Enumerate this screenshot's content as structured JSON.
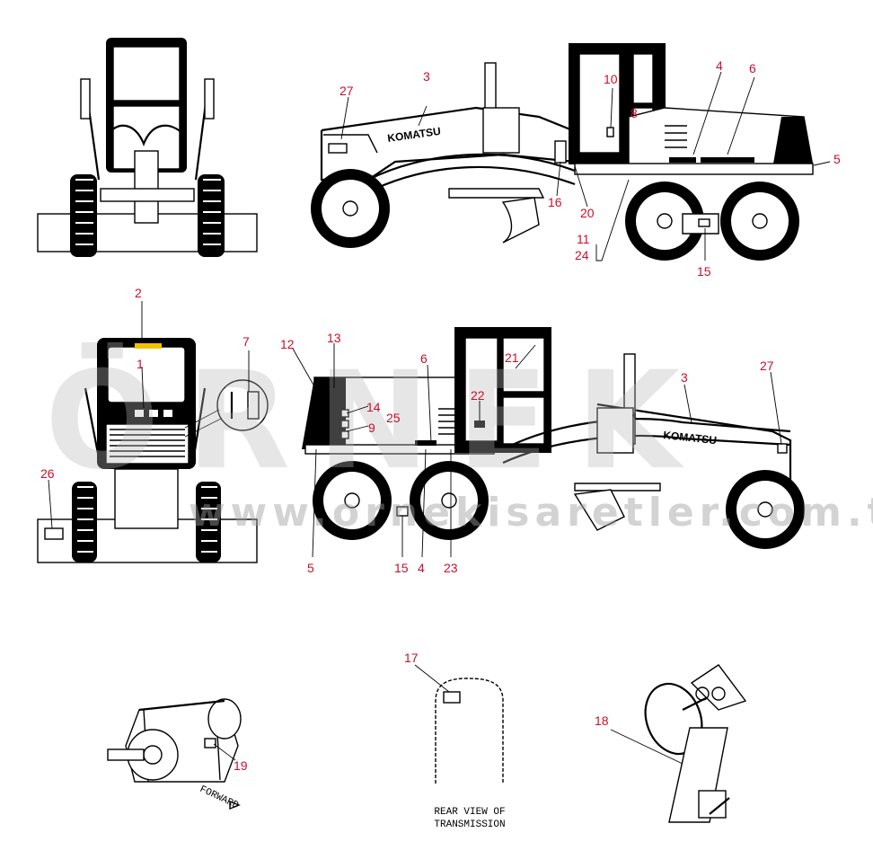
{
  "callouts": {
    "c27a": "27",
    "c3a": "3",
    "c10": "10",
    "c4a": "4",
    "c6a": "6",
    "c8": "8",
    "c5a": "5",
    "c16": "16",
    "c20": "20",
    "c11": "11",
    "c24": "24",
    "c15a": "15",
    "c2": "2",
    "c1": "1",
    "c7": "7",
    "c26": "26",
    "c12": "12",
    "c13": "13",
    "c6b": "6",
    "c21": "21",
    "c14": "14",
    "c25": "25",
    "c9": "9",
    "c22": "22",
    "c3b": "3",
    "c27b": "27",
    "c5b": "5",
    "c15b": "15",
    "c4b": "4",
    "c23": "23",
    "c17": "17",
    "c18": "18",
    "c19": "19"
  },
  "labels": {
    "brand_top": "KOMATSU",
    "brand_bottom": "KOMATSU",
    "transmission_line1": "REAR VIEW OF",
    "transmission_line2": "TRANSMISSION",
    "forward_label": "FORWARD"
  },
  "watermark": {
    "large": "ÖRNEK",
    "url": "www.ornekisaretler.com.tr"
  },
  "colors": {
    "callout": "#c8102e",
    "line": "#000000",
    "watermark": "#b8b8b8",
    "accent": "#f2c200"
  }
}
